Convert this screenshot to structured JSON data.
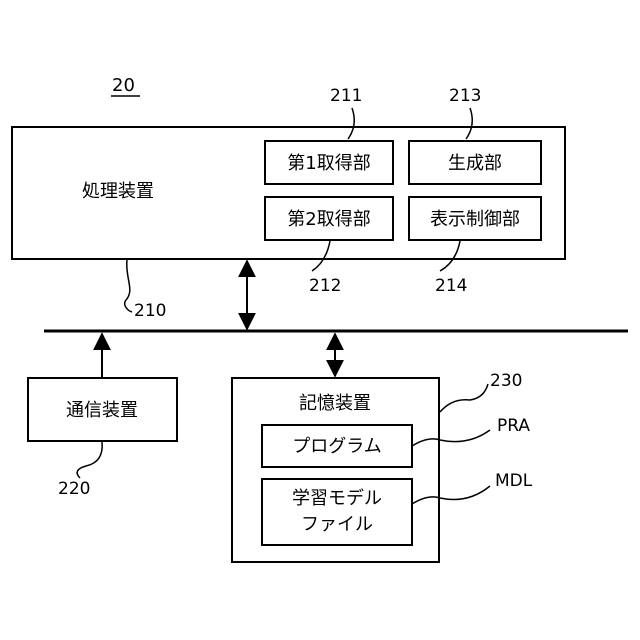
{
  "figure_number": "20",
  "processing_device": {
    "label": "処理装置",
    "ref": "210",
    "modules": [
      {
        "label": "第1取得部",
        "ref": "211"
      },
      {
        "label": "第2取得部",
        "ref": "212"
      },
      {
        "label": "生成部",
        "ref": "213"
      },
      {
        "label": "表示制御部",
        "ref": "214"
      }
    ]
  },
  "communication_device": {
    "label": "通信装置",
    "ref": "220"
  },
  "storage_device": {
    "label": "記憶装置",
    "ref": "230",
    "items": [
      {
        "label": "プログラム",
        "ref": "PRA"
      },
      {
        "label_line1": "学習モデル",
        "label_line2": "ファイル",
        "ref": "MDL"
      }
    ]
  }
}
